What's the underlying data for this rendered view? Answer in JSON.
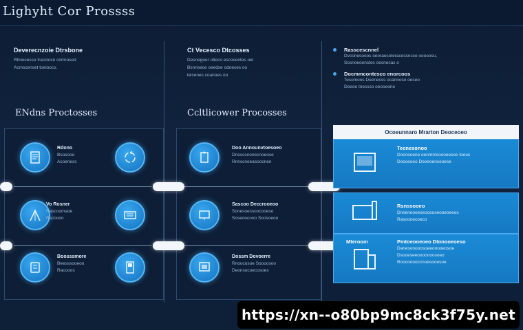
{
  "app": {
    "title": "Lighyht Cor Prossss"
  },
  "columns": [
    {
      "header": "Deverecnzoie Dtrsbone",
      "lines": [
        "Rhnocesso tracciosn cormosed",
        "Acmscenset toeioocs."
      ]
    },
    {
      "header": "Ct Vecesco Dtcosses",
      "lines": [
        "Desnegoer otleco escocentes oel",
        "Bsnnsece oeedse odoeces oo",
        "lelcenes coanoes oo"
      ]
    }
  ],
  "bullets": [
    {
      "header": "Rasscescnnel",
      "lines": [
        "Dvconesooos oeoraesoteracessncce ooooosu,",
        "Sosnoeoenstes oesnecas o"
      ]
    },
    {
      "header": "Docmmcontesco enorcoos",
      "lines": [
        "Tesomoos Deenesss ocannoso oeseo",
        "Deeoe tnecsso oeooeone"
      ]
    }
  ],
  "section_titles": {
    "left": "ENdns Proctosses",
    "middle": "Ccltlicower Procosses"
  },
  "left_panel": {
    "rows": [
      {
        "header": "Rdono",
        "lines": [
          "Bsosooo",
          "Acoenesc"
        ]
      },
      {
        "header": "Vo Rosner",
        "lines": [
          "Rascoomaoe",
          "Rscooon"
        ]
      },
      {
        "header": "Boosssmore",
        "lines": [
          "Beesssooeoo",
          "Racooos"
        ]
      }
    ]
  },
  "middle_panel": {
    "rows": [
      {
        "header": "Doo Announvtoesoeo",
        "lines": [
          "Dnoscsnonecnoeose",
          "Rnnscnoeasoocnen"
        ]
      },
      {
        "header": "Sascoo Deccrooeoo",
        "lines": [
          "Sonesoessoocooeso",
          "Soseoocooo Soosoeoo"
        ]
      },
      {
        "header": "Dossm Dovoerre",
        "lines": [
          "Rnoocosoe Soooosoo",
          "Deonsocoecosoes"
        ]
      }
    ]
  },
  "blue_header": "Ocoeunnaro Mrarton Deoceoeo",
  "blue_panels": [
    {
      "header": "Tecnesonoo",
      "lines": [
        "Docneoene oenmmsoooeesoe toeos",
        "Docoeoeo Doeeoenceoese"
      ]
    },
    {
      "header": "Rsnssooeo",
      "lines": [
        "Dnsenoooeseoceoseooeoeeos",
        "Rasoooecoeco"
      ]
    },
    {
      "header": "Pmtoeooeoeo Dtonooeoeso",
      "side_label": "Mteroom",
      "lines": [
        "Danesonooosoeeonooeosoe",
        "Dsooeseeooooooosoeo",
        "Roocooooccnoesooesoe"
      ]
    }
  ],
  "url_banner": "https://xn--o80bp9mc8ck3f75y.net",
  "colors": {
    "accent": "#1a8ad6",
    "background": "#0d1c33",
    "icon_glow": "#55b8f5"
  },
  "icons": [
    "document-icon",
    "recycle-icon",
    "gate-icon",
    "machine-icon",
    "database-icon",
    "kiosk-icon",
    "clipboard-icon",
    "monitor-icon",
    "screen-icon"
  ]
}
